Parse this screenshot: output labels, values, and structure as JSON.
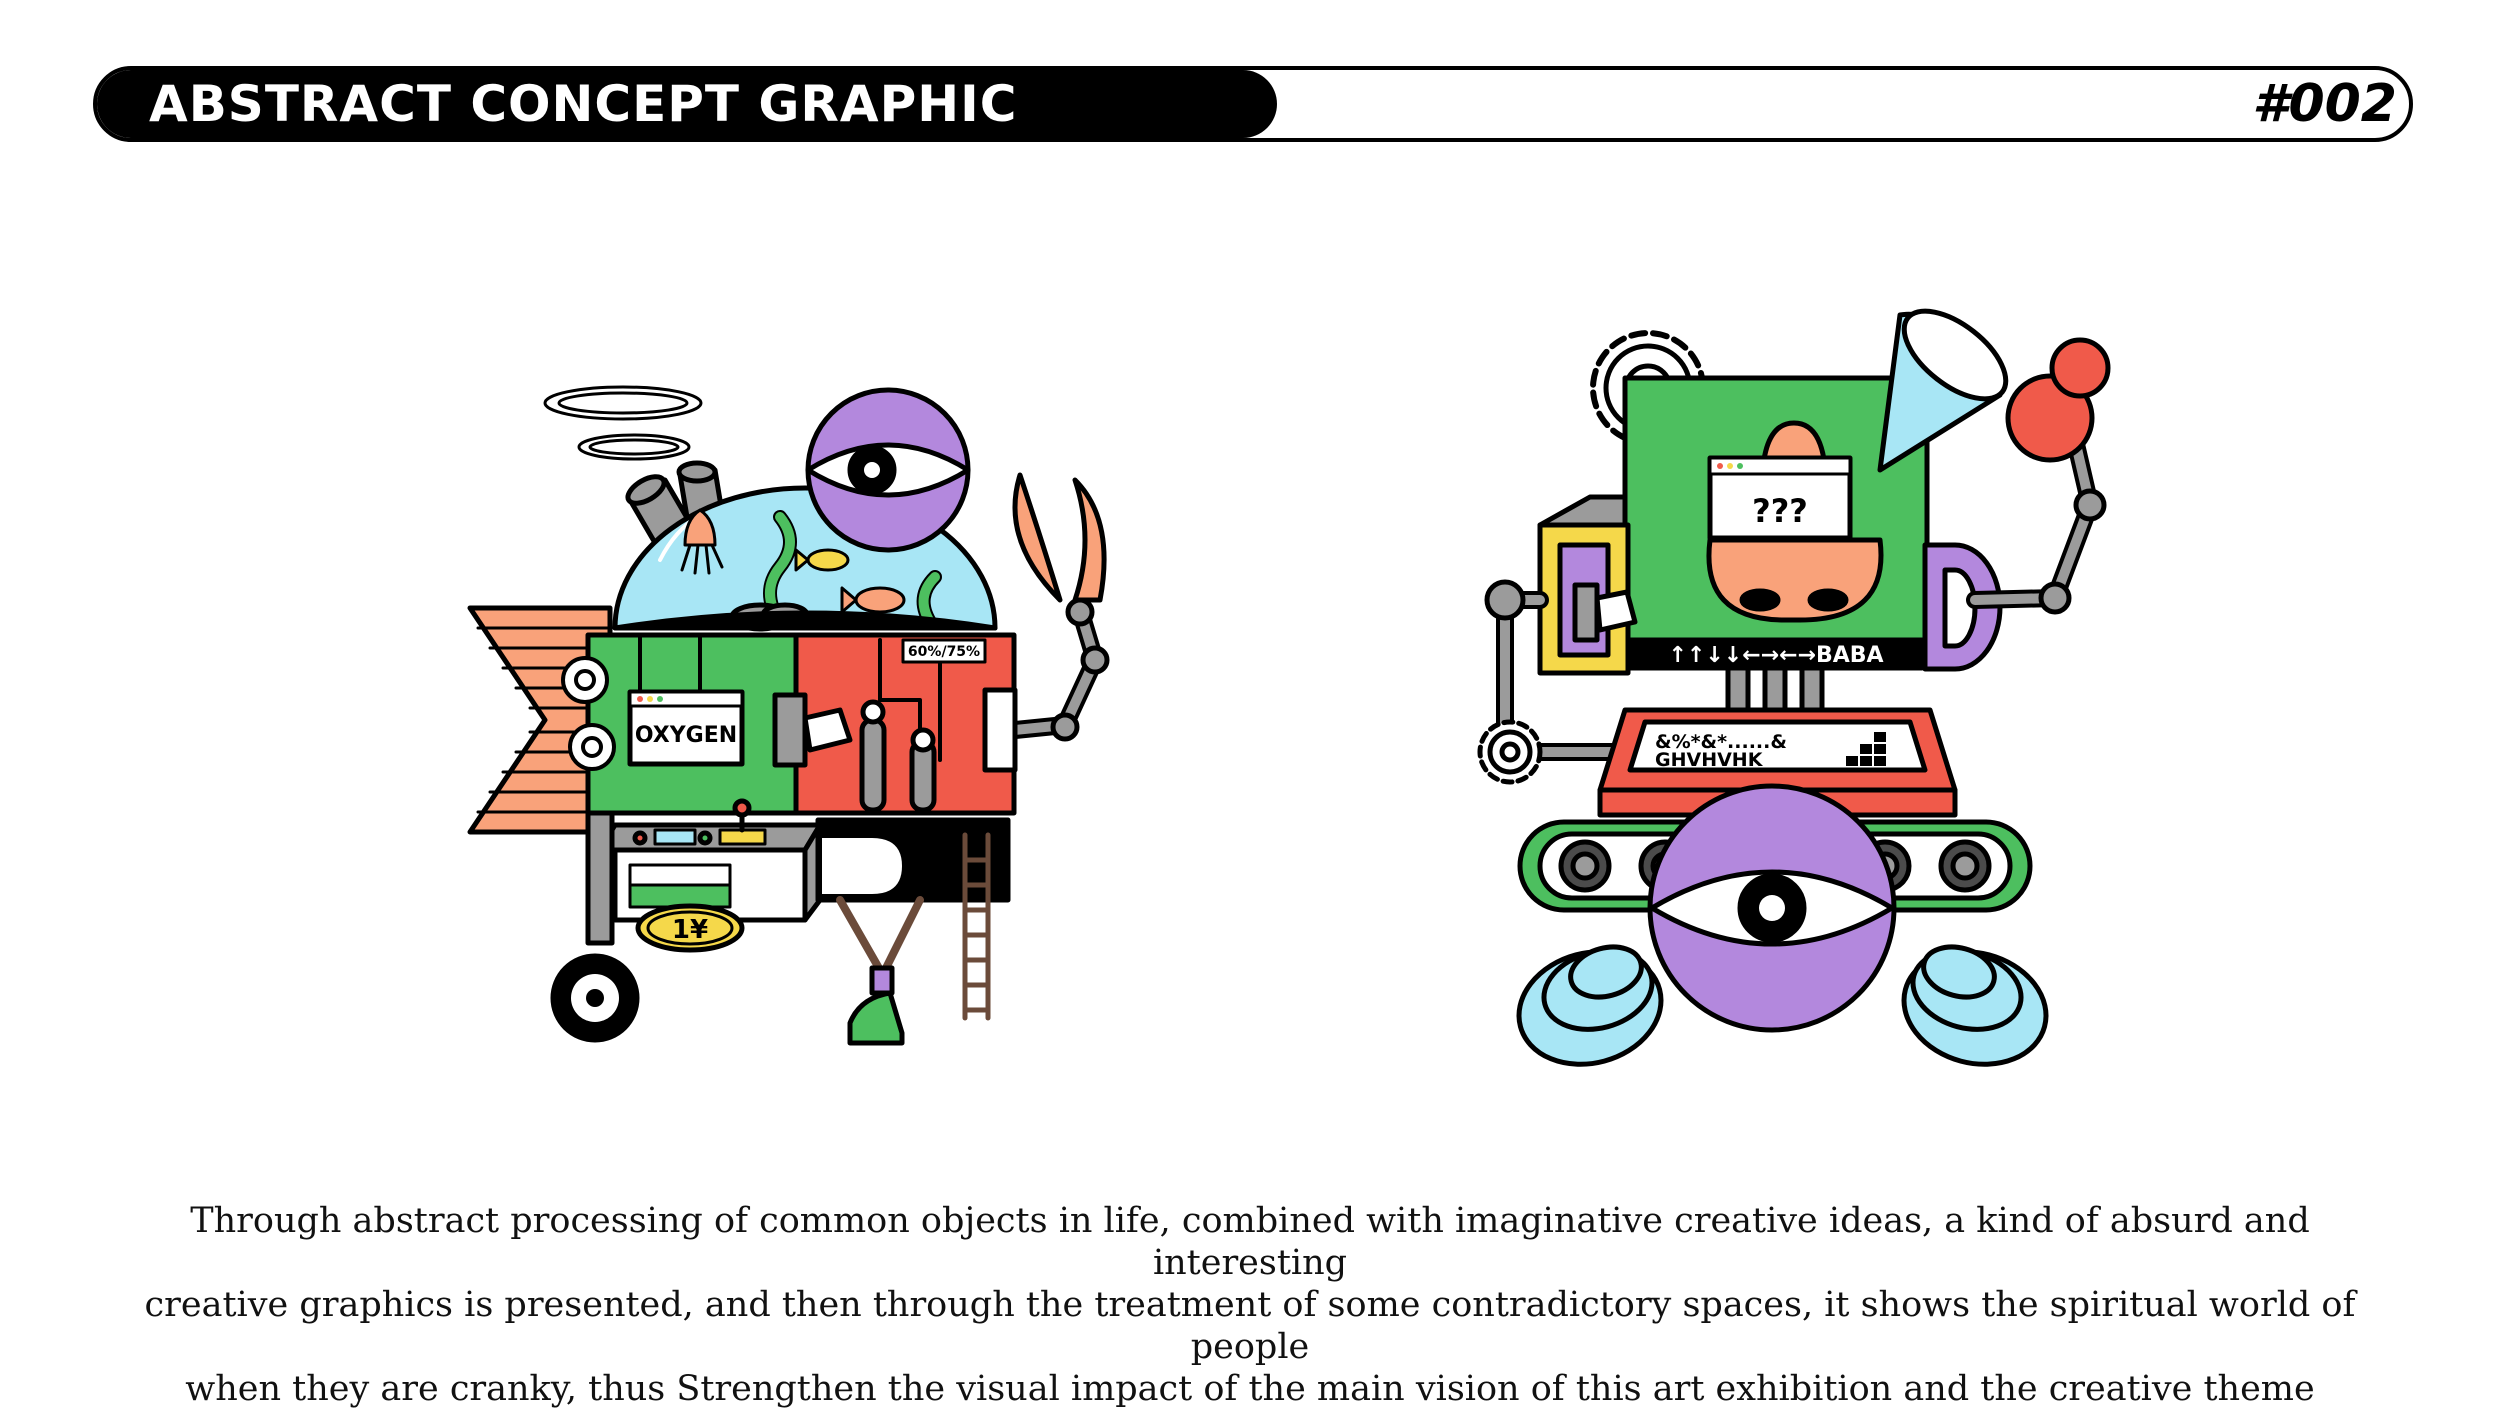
{
  "header": {
    "title": "ABSTRACT CONCEPT GRAPHIC",
    "number": "#002"
  },
  "left_robot": {
    "oxygen_label": "OXYGEN",
    "gauge_left": "60%",
    "gauge_right": "75%",
    "coin_label": "1¥"
  },
  "right_robot": {
    "face_screen": "???",
    "arrow_strip": "↑↑↓↓←→←→BABA",
    "panel_line1": "&%*&*......&",
    "panel_line2": "GHVHVHK"
  },
  "caption": {
    "line1": "Through abstract processing of common objects in life, combined with imaginative creative ideas, a kind of absurd and interesting",
    "line2": "creative graphics is presented, and then through the treatment of some contradictory spaces, it shows the spiritual world of people",
    "line3": "when they are cranky, thus Strengthen the visual impact of the main vision of this art exhibition and the creative theme"
  },
  "colors": {
    "green": "#4dbf5f",
    "red": "#f05a4a",
    "purple": "#b388dd",
    "orange": "#f9a27a",
    "light_blue": "#a8e6f5",
    "yellow": "#f5d84a",
    "gray": "#9b9b9b",
    "black": "#000000"
  }
}
